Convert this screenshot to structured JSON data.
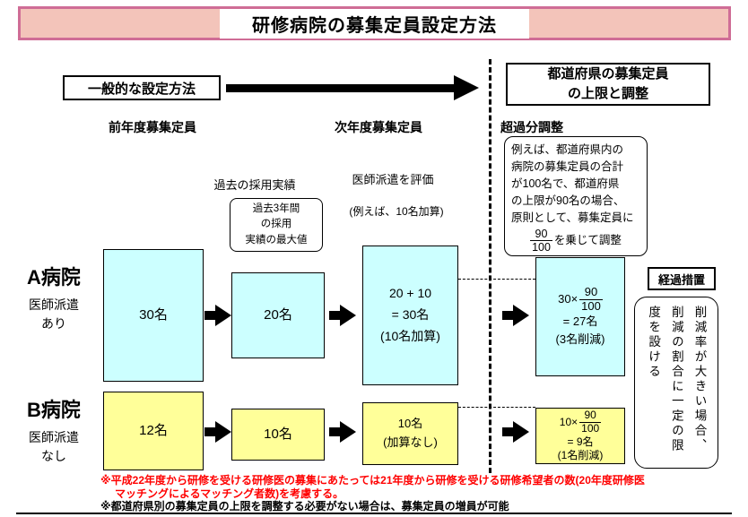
{
  "title": "研修病院の募集定員設定方法",
  "flow": {
    "general_method": "一般的な設定方法",
    "pref_header_line1": "都道府県の募集定員",
    "pref_header_line2": "の上限と調整",
    "col_prev": "前年度募集定員",
    "col_next": "次年度募集定員",
    "col_excess": "超過分調整"
  },
  "notes": {
    "past_record_label": "過去の採用実績",
    "past_record_box": [
      "過去3年間",
      "の採用",
      "実績の最大値"
    ],
    "dispatch_label": "医師派遣を評価",
    "dispatch_example": "(例えば、10名加算)",
    "excess_box_lines": [
      "例えば、都道府県内の",
      "病院の募集定員の合計",
      "が100名で、都道府県",
      "の上限が90名の場合、",
      "原則として、募集定員に"
    ],
    "excess_frac_num": "90",
    "excess_frac_den": "100",
    "excess_frac_suffix": "を乗じて調整"
  },
  "hospital_a": {
    "name": "A病院",
    "sub1": "医師派遣",
    "sub2": "あり",
    "box1": "30名",
    "box2": "20名",
    "box3_line1": "20 + 10",
    "box3_line2": "= 30名",
    "box3_line3": "(10名加算)",
    "box4_pre": "30×",
    "box4_num": "90",
    "box4_den": "100",
    "box4_line2": "= 27名",
    "box4_line3": "(3名削減)"
  },
  "hospital_b": {
    "name": "B病院",
    "sub1": "医師派遣",
    "sub2": "なし",
    "box1": "12名",
    "box2": "10名",
    "box3_line1": "10名",
    "box3_line2": "(加算なし)",
    "box4_pre": "10×",
    "box4_num": "90",
    "box4_den": "100",
    "box4_line2": "= 9名",
    "box4_line3": "(1名削減)"
  },
  "transitional": {
    "title": "経過措置",
    "text": "削減率が大きい場合、削減の割合に一定の限度を設ける"
  },
  "footnotes": {
    "red_line1": "※平成22年度から研修を受ける研修医の募集にあたっては21年度から研修を受ける研修希望者の数(20年度研修医",
    "red_line2": "マッチングによるマッチング者数)を考慮する。",
    "black_line": "※都道府県別の募集定員の上限を調整する必要がない場合は、募集定員の増員が可能"
  },
  "colors": {
    "hospital_a_fill": "#CCFFFF",
    "hospital_b_fill": "#FFFF99",
    "title_border": "#CF6D96",
    "title_fill": "#F3C4BA",
    "footnote_red": "#FF0000"
  }
}
